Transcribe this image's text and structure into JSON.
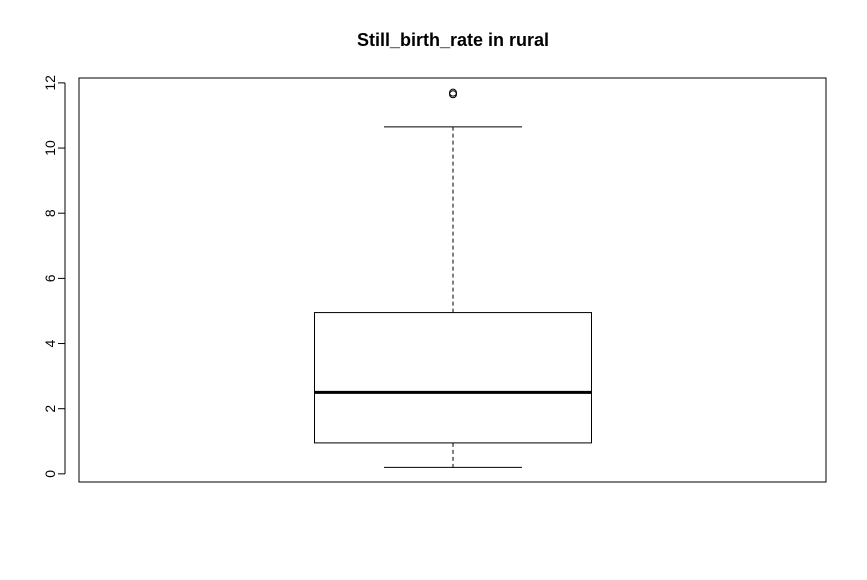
{
  "chart_data": {
    "type": "boxplot",
    "title": "Still_birth_rate in rural",
    "xlabel": "",
    "ylabel": "",
    "ylim": [
      -0.25,
      12.15
    ],
    "yticks": [
      0,
      2,
      4,
      6,
      8,
      10,
      12
    ],
    "ytick_labels": [
      "0",
      "2",
      "4",
      "6",
      "8",
      "10",
      "12"
    ],
    "grid": false,
    "box": {
      "whisker_low": 0.2,
      "q1": 0.95,
      "median": 2.5,
      "q3": 4.95,
      "whisker_high": 10.65,
      "outliers": [
        11.65,
        11.7
      ]
    }
  }
}
